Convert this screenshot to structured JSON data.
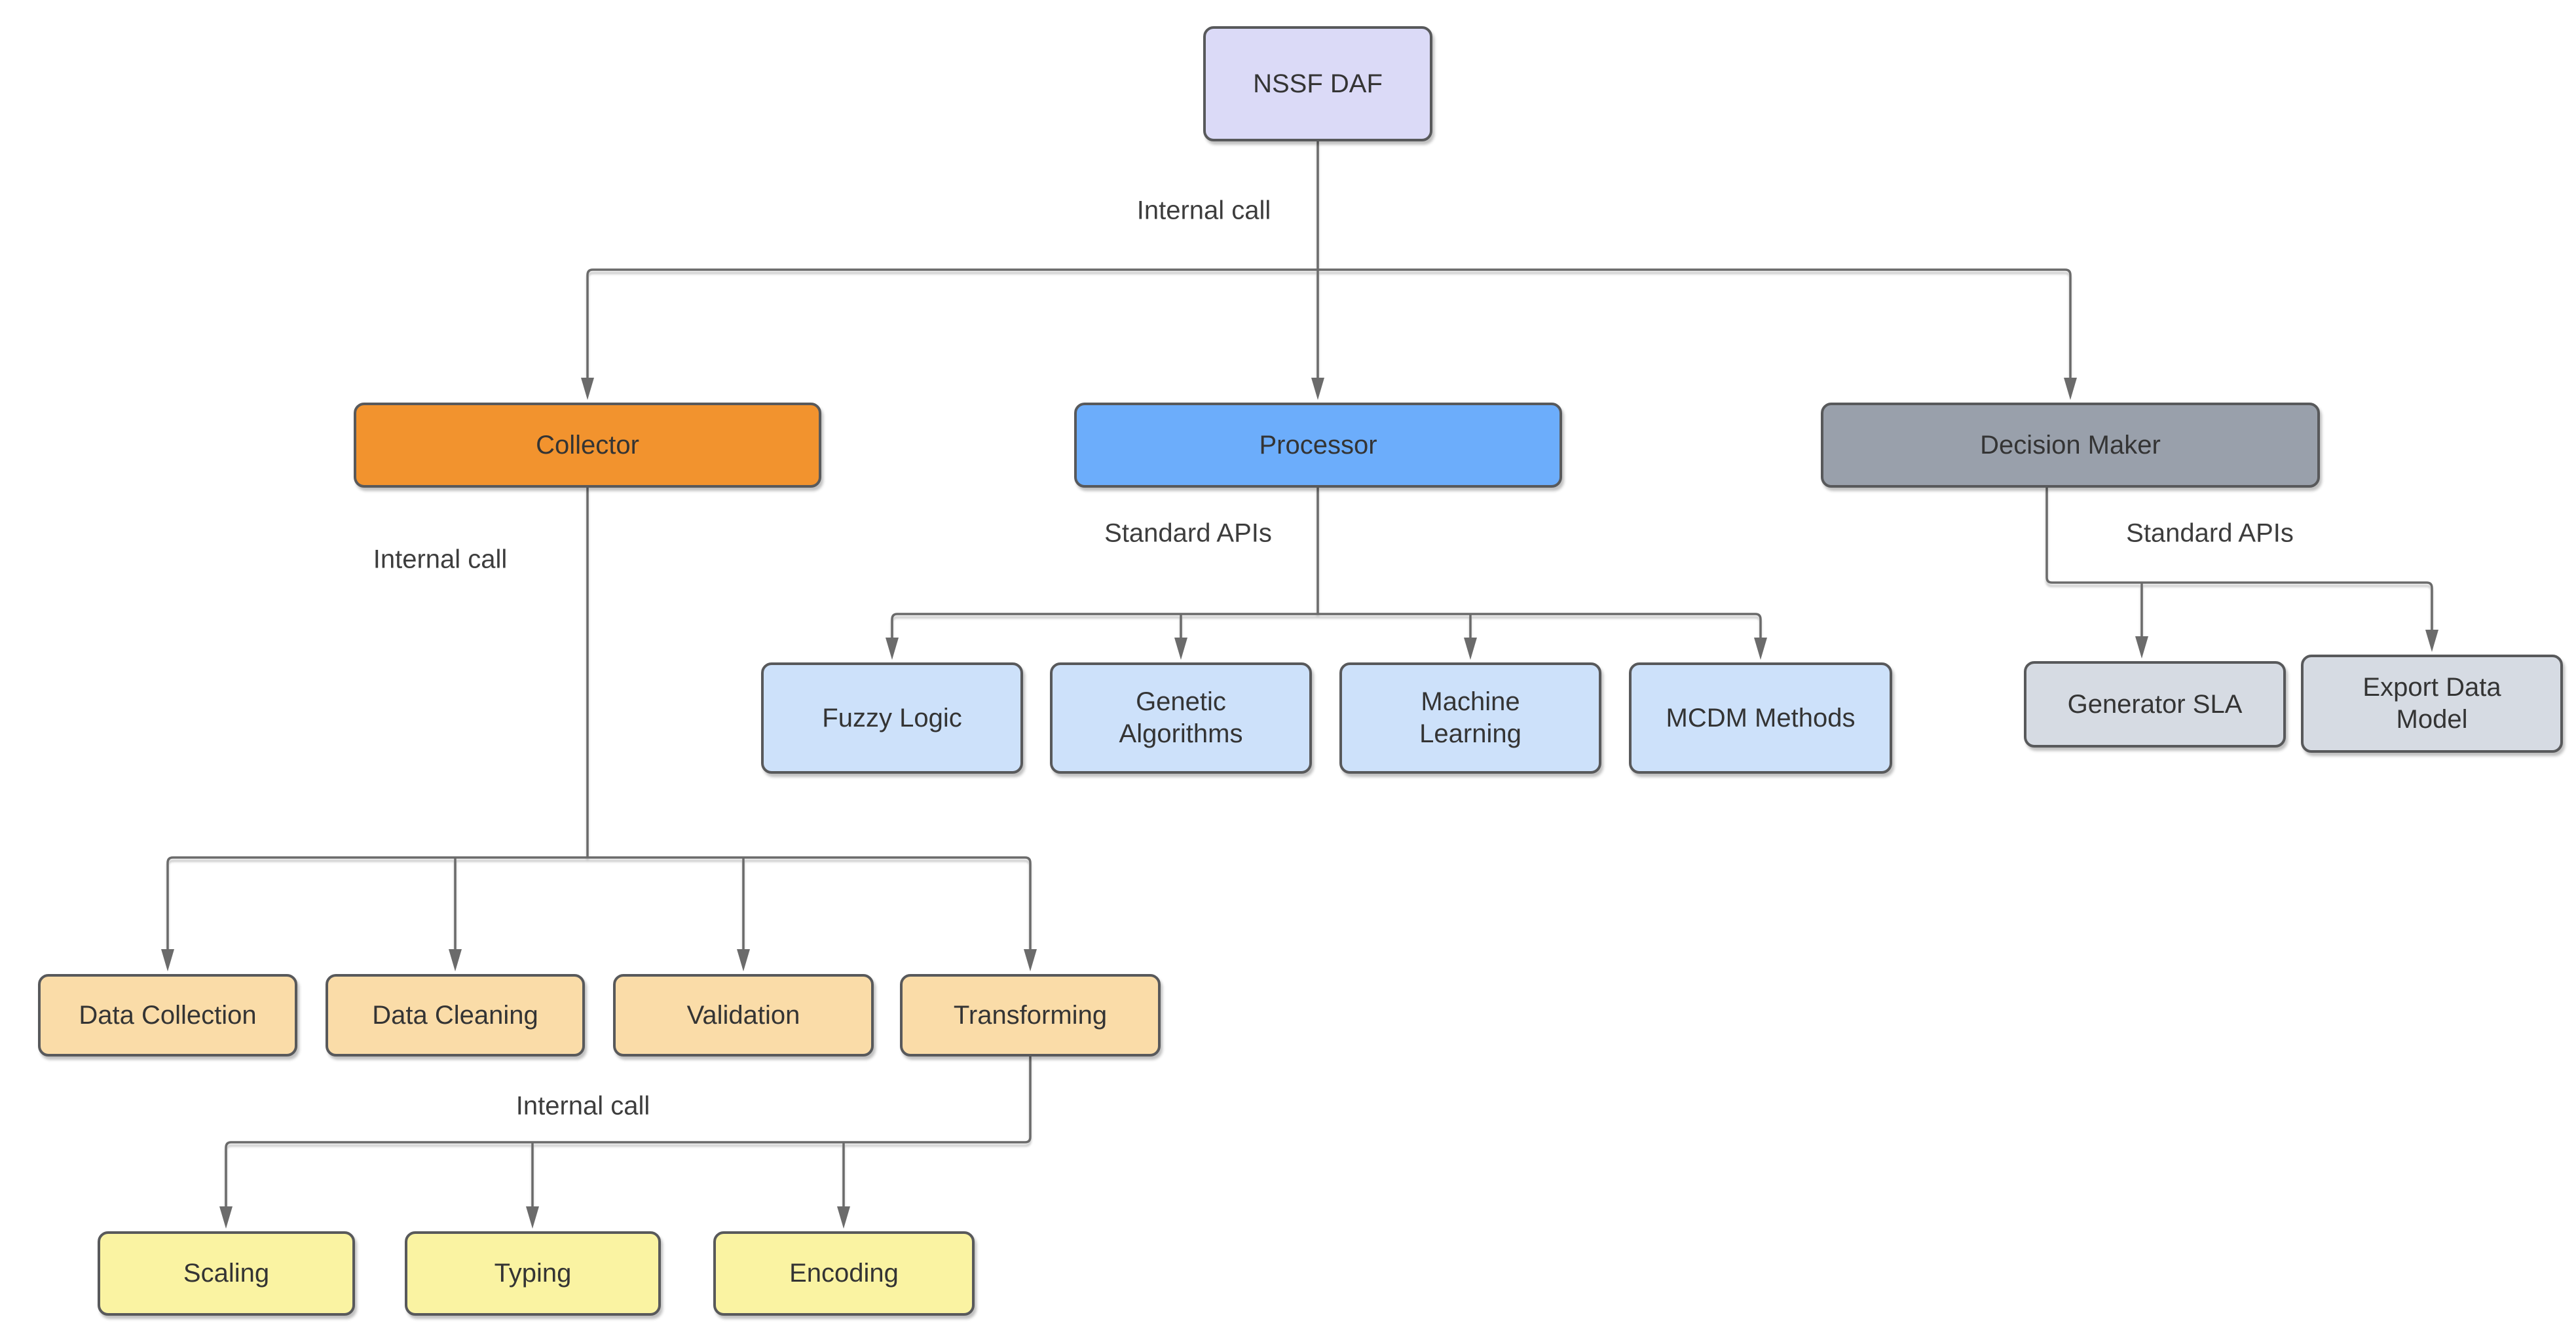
{
  "nodes": [
    {
      "id": "nssf-daf",
      "label": "NSSF DAF",
      "fill": "#DBDAF7",
      "parent": null
    },
    {
      "id": "collector",
      "label": "Collector",
      "fill": "#F2932E",
      "parent": "nssf-daf"
    },
    {
      "id": "processor",
      "label": "Processor",
      "fill": "#6CADFB",
      "parent": "nssf-daf"
    },
    {
      "id": "decision-maker",
      "label": "Decision Maker",
      "fill": "#99A0AB",
      "parent": "nssf-daf"
    },
    {
      "id": "fuzzy-logic",
      "label": "Fuzzy Logic",
      "fill": "#CDE1FA",
      "parent": "processor"
    },
    {
      "id": "genetic-algorithms",
      "label": "Genetic Algorithms",
      "fill": "#CDE1FA",
      "parent": "processor"
    },
    {
      "id": "machine-learning",
      "label": "Machine Learning",
      "fill": "#CDE1FA",
      "parent": "processor"
    },
    {
      "id": "mcdm-methods",
      "label": "MCDM Methods",
      "fill": "#CDE1FA",
      "parent": "processor"
    },
    {
      "id": "generator-sla",
      "label": "Generator SLA",
      "fill": "#D6DBE3",
      "parent": "decision-maker"
    },
    {
      "id": "export-data-model",
      "label": "Export Data Model",
      "fill": "#D6DBE3",
      "parent": "decision-maker"
    },
    {
      "id": "data-collection",
      "label": "Data Collection",
      "fill": "#FADCA8",
      "parent": "collector"
    },
    {
      "id": "data-cleaning",
      "label": "Data Cleaning",
      "fill": "#FADCA8",
      "parent": "collector"
    },
    {
      "id": "validation",
      "label": "Validation",
      "fill": "#FADCA8",
      "parent": "collector"
    },
    {
      "id": "transforming",
      "label": "Transforming",
      "fill": "#FADCA8",
      "parent": "collector"
    },
    {
      "id": "scaling",
      "label": "Scaling",
      "fill": "#FAF3A2",
      "parent": "transforming"
    },
    {
      "id": "typing",
      "label": "Typing",
      "fill": "#FAF3A2",
      "parent": "transforming"
    },
    {
      "id": "encoding",
      "label": "Encoding",
      "fill": "#FAF3A2",
      "parent": "transforming"
    }
  ],
  "edge_labels": [
    {
      "from": "nssf-daf",
      "text": "Internal call"
    },
    {
      "from": "collector",
      "text": "Internal call"
    },
    {
      "from": "processor",
      "text": "Standard APIs"
    },
    {
      "from": "decision-maker",
      "text": "Standard APIs"
    },
    {
      "from": "transforming",
      "text": "Internal call"
    }
  ],
  "colors": {
    "background": "#FFFFFF",
    "node_border": "#58595B",
    "connector": "#6B6B6B",
    "text": "#343434"
  }
}
